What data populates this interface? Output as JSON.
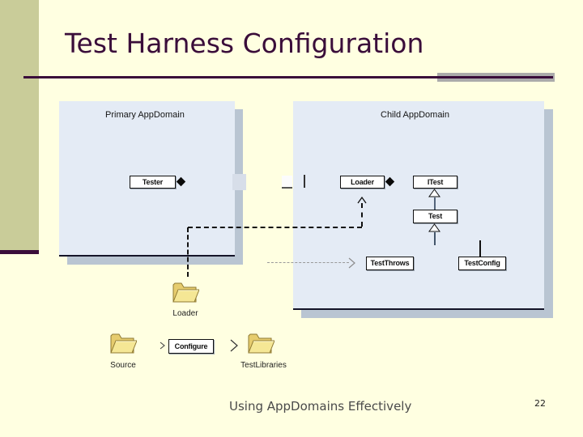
{
  "slide": {
    "title": "Test Harness Configuration",
    "footer_text": "Using AppDomains Effectively",
    "page_number": "22"
  },
  "primary_appdomain": {
    "label": "Primary AppDomain",
    "tester": "Tester"
  },
  "child_appdomain": {
    "label": "Child AppDomain",
    "loader": "Loader",
    "itest": "ITest",
    "test": "Test",
    "test_throws": "TestThrows",
    "test_config": "TestConfig"
  },
  "pipeline": {
    "loader_folder": "Loader",
    "source_folder": "Source",
    "configure": "Configure",
    "testlibraries_folder": "TestLibraries"
  },
  "icons": {
    "folder": "folder-icon",
    "aggregation_diamond": "◆",
    "inheritance_triangle": "△",
    "arrow_up": "↑",
    "arrow_right": "→"
  },
  "colors": {
    "background": "#FFFFE1",
    "sidebar_olive": "#C9CC99",
    "title_purple": "#3A0D3A",
    "underline_gray": "#ABABAB",
    "appdomain_fill": "#E4EBF5",
    "appdomain_shadow": "#B9C5D2",
    "folder_yellow": "#F5E795"
  }
}
